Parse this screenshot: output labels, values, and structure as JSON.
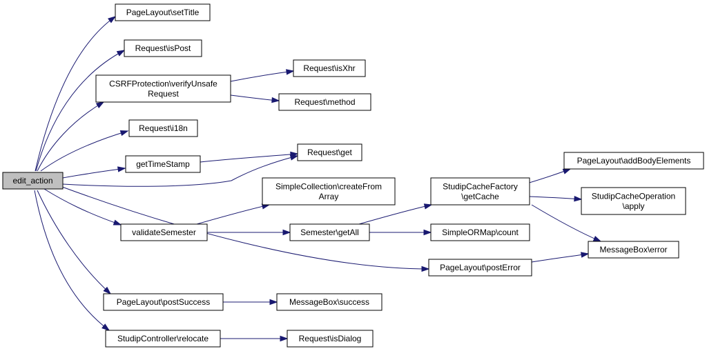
{
  "graph": {
    "edge_color": "#191970",
    "root_fill": "#bfbfbf",
    "nodes": {
      "edit_action": [
        "edit_action"
      ],
      "pl_setTitle": [
        "PageLayout\\setTitle"
      ],
      "req_isPost": [
        "Request\\isPost"
      ],
      "csrf_verify": [
        "CSRFProtection\\verifyUnsafe",
        "Request"
      ],
      "req_isXhr": [
        "Request\\isXhr"
      ],
      "req_method": [
        "Request\\method"
      ],
      "req_i18n": [
        "Request\\i18n"
      ],
      "getTimeStamp": [
        "getTimeStamp"
      ],
      "req_get": [
        "Request\\get"
      ],
      "validateSemester": [
        "validateSemester"
      ],
      "sc_createFromArray": [
        "SimpleCollection\\createFrom",
        "Array"
      ],
      "sem_getAll": [
        "Semester\\getAll"
      ],
      "scf_getCache": [
        "StudipCacheFactory",
        "\\getCache"
      ],
      "pl_addBody": [
        "PageLayout\\addBodyElements"
      ],
      "sco_apply": [
        "StudipCacheOperation",
        "\\apply"
      ],
      "sorm_count": [
        "SimpleORMap\\count"
      ],
      "mb_error": [
        "MessageBox\\error"
      ],
      "pl_postError": [
        "PageLayout\\postError"
      ],
      "pl_postSuccess": [
        "PageLayout\\postSuccess"
      ],
      "mb_success": [
        "MessageBox\\success"
      ],
      "sc_relocate": [
        "StudipController\\relocate"
      ],
      "req_isDialog": [
        "Request\\isDialog"
      ]
    }
  }
}
